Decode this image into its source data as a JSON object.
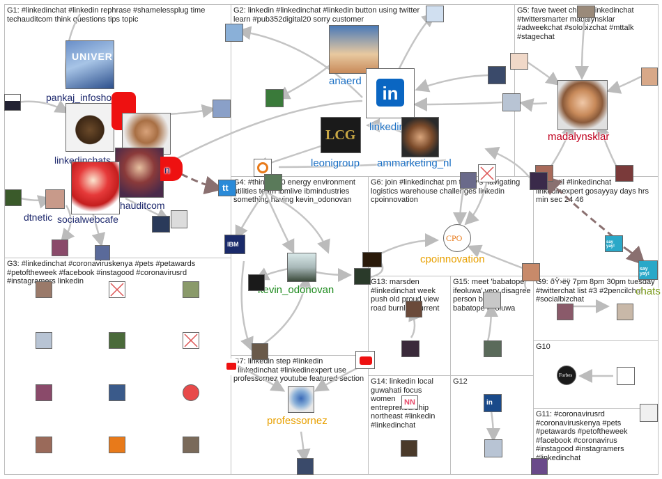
{
  "groups": [
    {
      "id": "G1",
      "label": "G1: #linkedinchat #linkedin rephrase #shamelessplug time techauditcom think questions tips topic"
    },
    {
      "id": "G2",
      "label": "G2: linkedin #linkedinchat #linkedin button using twitter learn #pub352digital20 sorry customer"
    },
    {
      "id": "G5",
      "label": "G5: fave tweet chats #linkedinchat #twittersmarter madalynsklar #adweekchat #solobizchat #mttalk #stagechat"
    },
    {
      "id": "G4",
      "label": "G4: #think2020 energy environment utilities team ibmlive ibmindustries something having kevin_odonovan"
    },
    {
      "id": "G6",
      "label": "G6: join #linkedinchat pm today's navigating logistics warehouse challenges linkedin cpoinnovation"
    },
    {
      "id": "G8",
      "label": "G8: until #linkedinchat linkedinexpert gosayyay days hrs min sec 24 46"
    },
    {
      "id": "G3",
      "label": "G3: #linkedinchat #coronaviruskenya #pets #petawards #petoftheweek #facebook #instagood #coronavirusrd #instagramers linkedin"
    },
    {
      "id": "G13",
      "label": "G13: marsden #linkedinchat week push old proud view road burnley current"
    },
    {
      "id": "G15",
      "label": "G15: meet 'babatope ifeoluwa' very disagree person being babatope ifeoluwa"
    },
    {
      "id": "G9",
      "label": "G9: ðŸ›ëÿ 7pm 8pm 30pm tuesday #twitterchat list #3 #2pencilchat #socialbizchat"
    },
    {
      "id": "G7",
      "label": "G7: linkedin step #linkedin #linkedinchat #linkedinexpert use professornez youtube featured section"
    },
    {
      "id": "G14",
      "label": "G14: linkedin local guwahati focus women entrepreneurship northeast #linkedin #linkedinchat"
    },
    {
      "id": "G12",
      "label": "G12"
    },
    {
      "id": "G10",
      "label": "G10"
    },
    {
      "id": "G11",
      "label": "G11: #coronavirusrd #coronaviruskenya #pets #petawards #petoftheweek #facebook #coronavirus #instagood #instagramers #linkedinchat"
    }
  ],
  "labels": {
    "pankaj": "pankaj_infoshor",
    "linkedinchats": "linkedinchats",
    "techauditcom": "hauditcom",
    "socialwebcafe": "socialwebcafe",
    "dtnetic": "dtnetic",
    "anaerd": "anaerd",
    "linkedin": "linkedin",
    "leonigroup": "leonigroup",
    "ammarketing": "ammarketing_nl",
    "madalynsklar": "madalynsklar",
    "kevin": "kevin_odonovan",
    "cpoinnovation": "cpoinnovation",
    "professornez": "professornez",
    "chats": "chats",
    "n_label": "n"
  },
  "logos": {
    "linkedin_text": "in",
    "lcg_text": "LCG",
    "cpo_text": "CPO",
    "ibm_text": "IBM",
    "forbes_text": "Forbes",
    "sayyay_text": "say yay!",
    "tt_text": "tt",
    "nn_text": "NN",
    "in2_text": "in",
    "universal_text": "UNIVER"
  },
  "colors": {
    "group_border": "#bfbfbf",
    "edge": "#c0c0c0",
    "dashed_edge": "#8a7070",
    "label_blue": "#1a6fc4",
    "label_navy": "#1f2a6e",
    "label_red": "#c0001e",
    "label_green": "#1c8a1c",
    "label_orange": "#e8a000",
    "label_olive": "#7a9a1a",
    "linkedin_blue": "#0a66c2"
  }
}
